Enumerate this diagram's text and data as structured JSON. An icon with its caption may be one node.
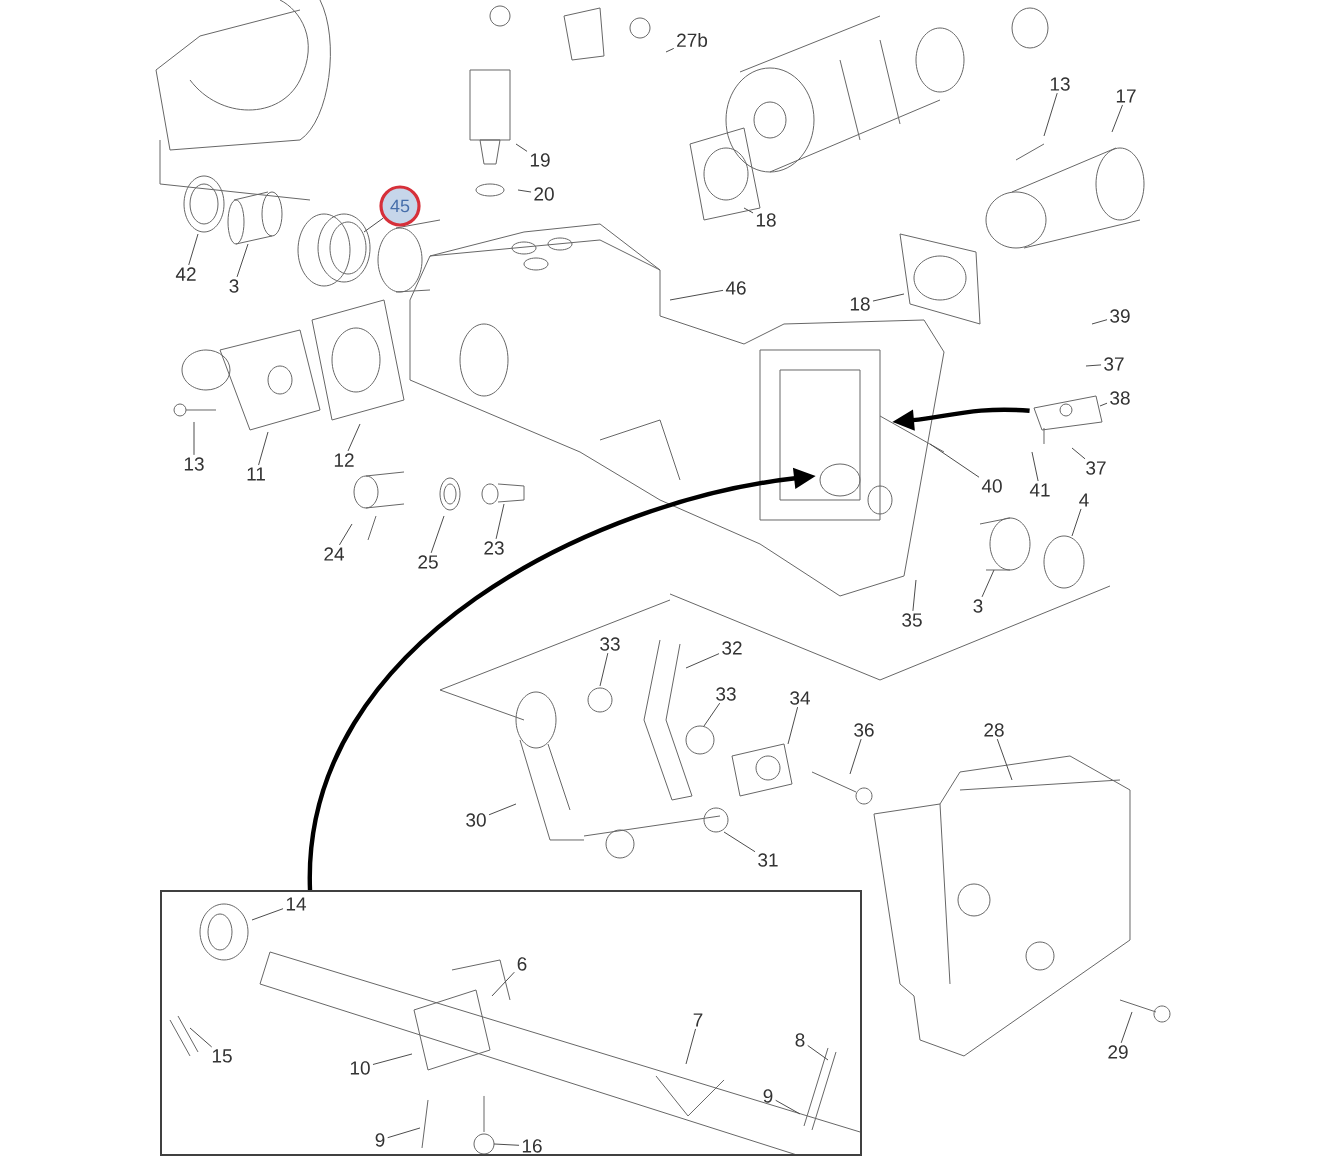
{
  "diagram": {
    "nodes": [
      {
        "text": [
          "27b"
        ]
      },
      {
        "text": [
          "19"
        ]
      },
      {
        "text": [
          "20"
        ]
      },
      {
        "text": [
          "45"
        ]
      },
      {
        "text": [
          "13"
        ]
      },
      {
        "text": [
          "17"
        ]
      },
      {
        "text": [
          "42"
        ]
      },
      {
        "text": [
          "3"
        ]
      },
      {
        "text": [
          "18"
        ]
      },
      {
        "text": [
          "46"
        ]
      },
      {
        "text": [
          "18"
        ]
      },
      {
        "text": [
          "39"
        ]
      },
      {
        "text": [
          "37"
        ]
      },
      {
        "text": [
          "38"
        ]
      },
      {
        "text": [
          "37"
        ]
      },
      {
        "text": [
          "40"
        ]
      },
      {
        "text": [
          "41"
        ]
      },
      {
        "text": [
          "4"
        ]
      },
      {
        "text": [
          "13"
        ]
      },
      {
        "text": [
          "11"
        ]
      },
      {
        "text": [
          "12"
        ]
      },
      {
        "text": [
          "24"
        ]
      },
      {
        "text": [
          "25"
        ]
      },
      {
        "text": [
          "23"
        ]
      },
      {
        "text": [
          "35"
        ]
      },
      {
        "text": [
          "3"
        ]
      },
      {
        "text": [
          "33"
        ]
      },
      {
        "text": [
          "32"
        ]
      },
      {
        "text": [
          "33"
        ]
      },
      {
        "text": [
          "34"
        ]
      },
      {
        "text": [
          "36"
        ]
      },
      {
        "text": [
          "28"
        ]
      },
      {
        "text": [
          "30"
        ]
      },
      {
        "text": [
          "31"
        ]
      },
      {
        "text": [
          "29"
        ]
      },
      {
        "text": [],
        "shape": "box"
      },
      {
        "text": [
          "14"
        ],
        "in": 35
      },
      {
        "text": [
          "6"
        ],
        "in": 35
      },
      {
        "text": [
          "15"
        ],
        "in": 35
      },
      {
        "text": [
          "10"
        ],
        "in": 35
      },
      {
        "text": [
          "7"
        ],
        "in": 35
      },
      {
        "text": [
          "8"
        ],
        "in": 35
      },
      {
        "text": [
          "9"
        ],
        "in": 35
      },
      {
        "text": [
          "16"
        ],
        "in": 35
      },
      {
        "text": [
          "9"
        ],
        "in": 35
      },
      {
        "text": [],
        "shape": "picture"
      }
    ],
    "edges": [
      {
        "from": 0,
        "to": null,
        "arrow": "none"
      },
      {
        "from": 1,
        "to": null,
        "arrow": "none"
      },
      {
        "from": 2,
        "to": null,
        "arrow": "none"
      },
      {
        "from": 3,
        "to": null,
        "arrow": "none"
      },
      {
        "from": 4,
        "to": null,
        "arrow": "none"
      },
      {
        "from": 5,
        "to": null,
        "arrow": "none"
      },
      {
        "from": 6,
        "to": null,
        "arrow": "none"
      },
      {
        "from": 7,
        "to": null,
        "arrow": "none"
      },
      {
        "from": 8,
        "to": null,
        "arrow": "none"
      },
      {
        "from": 9,
        "to": null,
        "arrow": "none"
      },
      {
        "from": 10,
        "to": null,
        "arrow": "none"
      },
      {
        "from": 11,
        "to": null,
        "arrow": "none"
      },
      {
        "from": 12,
        "to": null,
        "arrow": "none"
      },
      {
        "from": 13,
        "to": null,
        "arrow": "none"
      },
      {
        "from": 14,
        "to": null,
        "arrow": "none"
      },
      {
        "from": 15,
        "to": null,
        "arrow": "none"
      },
      {
        "from": 16,
        "to": null,
        "arrow": "none"
      },
      {
        "from": 17,
        "to": null,
        "arrow": "none"
      },
      {
        "from": 18,
        "to": null,
        "arrow": "none"
      },
      {
        "from": 19,
        "to": null,
        "arrow": "none"
      },
      {
        "from": 20,
        "to": null,
        "arrow": "none"
      },
      {
        "from": 21,
        "to": null,
        "arrow": "none"
      },
      {
        "from": 22,
        "to": null,
        "arrow": "none"
      },
      {
        "from": 23,
        "to": null,
        "arrow": "none"
      },
      {
        "from": 24,
        "to": null,
        "arrow": "none"
      },
      {
        "from": 25,
        "to": null,
        "arrow": "none"
      },
      {
        "from": 26,
        "to": null,
        "arrow": "none"
      },
      {
        "from": 27,
        "to": null,
        "arrow": "none"
      },
      {
        "from": 28,
        "to": null,
        "arrow": "none"
      },
      {
        "from": 29,
        "to": null,
        "arrow": "none"
      },
      {
        "from": 30,
        "to": null,
        "arrow": "none"
      },
      {
        "from": 31,
        "to": null,
        "arrow": "none"
      },
      {
        "from": 32,
        "to": null,
        "arrow": "none"
      },
      {
        "from": 33,
        "to": null,
        "arrow": "none"
      },
      {
        "from": 34,
        "to": null,
        "arrow": "none"
      },
      {
        "from": 36,
        "to": null,
        "arrow": "none"
      },
      {
        "from": 37,
        "to": null,
        "arrow": "none"
      },
      {
        "from": 38,
        "to": null,
        "arrow": "none"
      },
      {
        "from": 39,
        "to": null,
        "arrow": "none"
      },
      {
        "from": 40,
        "to": null,
        "arrow": "none"
      },
      {
        "from": 41,
        "to": null,
        "arrow": "none"
      },
      {
        "from": 42,
        "to": null,
        "arrow": "none"
      },
      {
        "from": 43,
        "to": null,
        "arrow": "none"
      },
      {
        "from": 44,
        "to": null,
        "arrow": "none"
      },
      {
        "from": 35,
        "to": null,
        "arrow": "to",
        "style": "thick"
      },
      {
        "from": 45,
        "to": null,
        "arrow": "to",
        "style": "thick"
      }
    ]
  }
}
